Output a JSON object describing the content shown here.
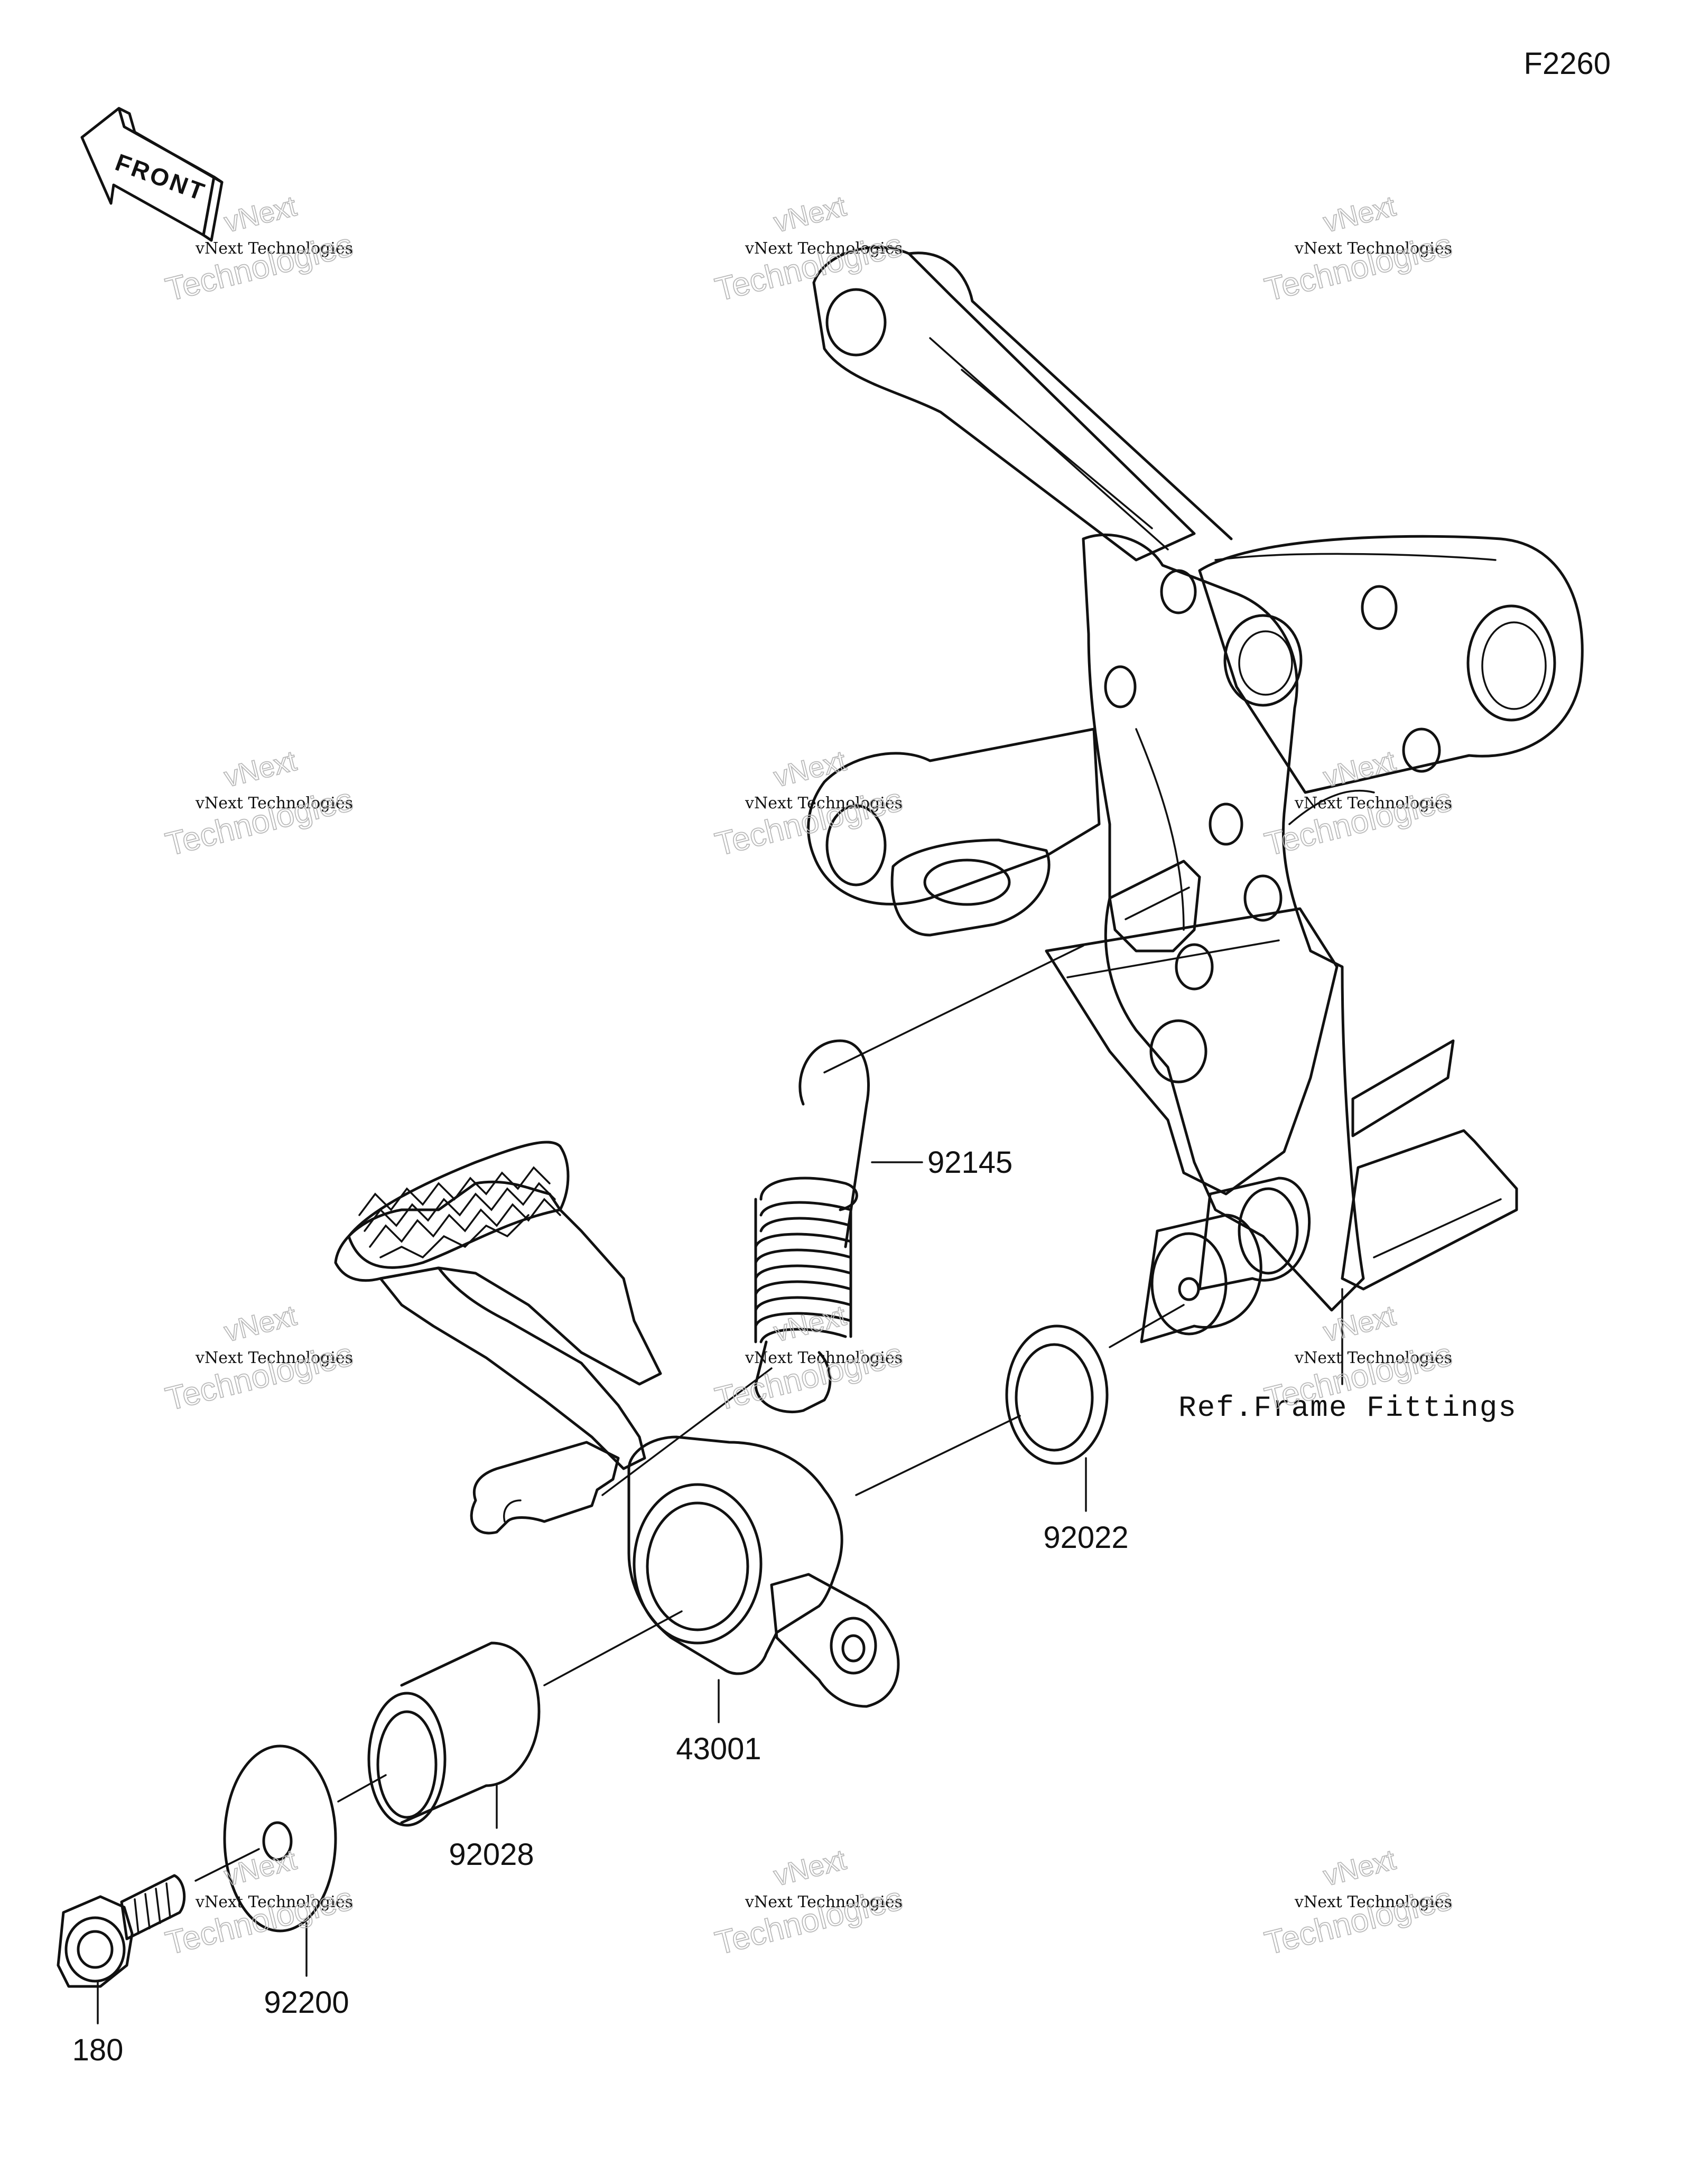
{
  "diagram": {
    "code": "F2260",
    "front_marker": "FRONT",
    "ref_note": "Ref.Frame Fittings",
    "parts": {
      "spring": "92145",
      "washer_outer": "92022",
      "pedal": "43001",
      "collar": "92028",
      "washer_inner": "92200",
      "bolt": "180"
    }
  },
  "watermark": {
    "brand": "vNext",
    "small": "vNext Technologies",
    "big": "Technologies"
  }
}
